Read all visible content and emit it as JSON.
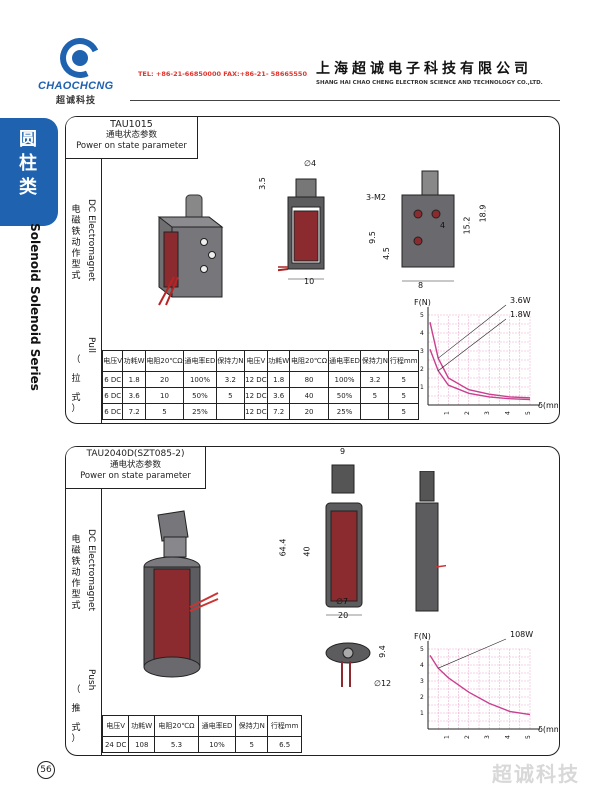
{
  "header": {
    "logo_text": "CHAOCHCNG",
    "logo_cn": "超诚科技",
    "contact": "TEL: +86-21-66850000  FAX:+86-21- 58665550",
    "company_cn": "上海超诚电子科技有限公司",
    "company_en": "SHANG HAI CHAO CHENG ELECTRON SCIENCE AND TECHNOLOGY CO.,LTD.",
    "brand_color": "#1e62b0"
  },
  "side": {
    "tab": [
      "圆",
      "柱",
      "类"
    ],
    "title": "Solenoid Solenoid Series"
  },
  "panel1": {
    "model": "TAU1015",
    "subtitle_cn": "通电状态参数",
    "subtitle_en": "Power on state parameter",
    "side_en": "DC Electromagnet",
    "side_cn": [
      "电",
      "磁",
      "铁",
      "动",
      "作",
      "型",
      "式"
    ],
    "side_type_en": "Pull",
    "side_type_cn": [
      "（",
      "拉",
      "式",
      "）"
    ],
    "dims": {
      "d_phi4": "∅4",
      "d_35": "3.5",
      "d_3m2": "3-M2",
      "d_4": "4",
      "d_152": "15.2",
      "d_189": "18.9",
      "d_95": "9.5",
      "d_45": "4.5",
      "d_10": "10",
      "d_8": "8"
    },
    "table": {
      "headers": [
        "电压V",
        "功耗W",
        "电阻20℃Ω",
        "通电率ED",
        "保持力N",
        "电压V",
        "功耗W",
        "电阻20℃Ω",
        "通电率ED",
        "保持力N",
        "行程mm"
      ],
      "rows": [
        [
          "6 DC",
          "1.8",
          "20",
          "100%",
          "3.2",
          "12 DC",
          "1.8",
          "80",
          "100%",
          "3.2",
          "5"
        ],
        [
          "6 DC",
          "3.6",
          "10",
          "50%",
          "5",
          "12 DC",
          "3.6",
          "40",
          "50%",
          "5",
          "5"
        ],
        [
          "6 DC",
          "7.2",
          "5",
          "25%",
          "",
          "12 DC",
          "7.2",
          "20",
          "25%",
          "",
          "5"
        ]
      ]
    },
    "chart_data": {
      "type": "line",
      "xlabel": "δ(mm)",
      "ylabel": "F(N)",
      "xlim": [
        0,
        5
      ],
      "ylim": [
        0,
        5
      ],
      "x_ticks": [
        "1",
        "2",
        "3",
        "4",
        "5"
      ],
      "y_ticks": [
        "1",
        "2",
        "3",
        "4",
        "5"
      ],
      "series": [
        {
          "name": "3.6W",
          "x": [
            0.1,
            0.5,
            1,
            2,
            3,
            4,
            5
          ],
          "y": [
            4.6,
            2.6,
            1.5,
            0.85,
            0.6,
            0.45,
            0.4
          ]
        },
        {
          "name": "1.8W",
          "x": [
            0.1,
            0.5,
            1,
            2,
            3,
            4,
            5
          ],
          "y": [
            3.1,
            1.9,
            1.1,
            0.65,
            0.45,
            0.35,
            0.3
          ]
        }
      ],
      "grid": true,
      "line_color": "#c8408f"
    }
  },
  "panel2": {
    "model": "TAU2040D(SZT085-2)",
    "subtitle_cn": "通电状态参数",
    "subtitle_en": "Power on state parameter",
    "side_en": "DC Electromagnet",
    "side_cn": [
      "电",
      "磁",
      "铁",
      "动",
      "作",
      "型",
      "式"
    ],
    "side_type_en": "Push",
    "side_type_cn": [
      "（",
      "推",
      "式",
      "）"
    ],
    "dims": {
      "d_9": "9",
      "d_644": "64.4",
      "d_40": "40",
      "d_phi7": "∅7",
      "d_20": "20",
      "d_94": "9.4",
      "d_phi12": "∅12"
    },
    "table": {
      "headers": [
        "电压V",
        "功耗W",
        "电阻20℃Ω",
        "通电率ED",
        "保持力N",
        "行程mm"
      ],
      "rows": [
        [
          "24 DC",
          "108",
          "5.3",
          "10%",
          "5",
          "6.5"
        ]
      ]
    },
    "chart_data": {
      "type": "line",
      "xlabel": "δ(mm)",
      "ylabel": "F(N)",
      "xlim": [
        0,
        5
      ],
      "ylim": [
        0,
        5
      ],
      "x_ticks": [
        "1",
        "2",
        "3",
        "4",
        "5"
      ],
      "y_ticks": [
        "1",
        "2",
        "3",
        "4",
        "5"
      ],
      "series": [
        {
          "name": "108W",
          "x": [
            0.1,
            0.5,
            1,
            2,
            3,
            4,
            5
          ],
          "y": [
            4.6,
            3.8,
            3.2,
            2.3,
            1.6,
            1.1,
            0.9
          ]
        }
      ],
      "grid": true,
      "line_color": "#c8408f"
    }
  },
  "footer": {
    "page": "56",
    "watermark": "超诚科技"
  }
}
